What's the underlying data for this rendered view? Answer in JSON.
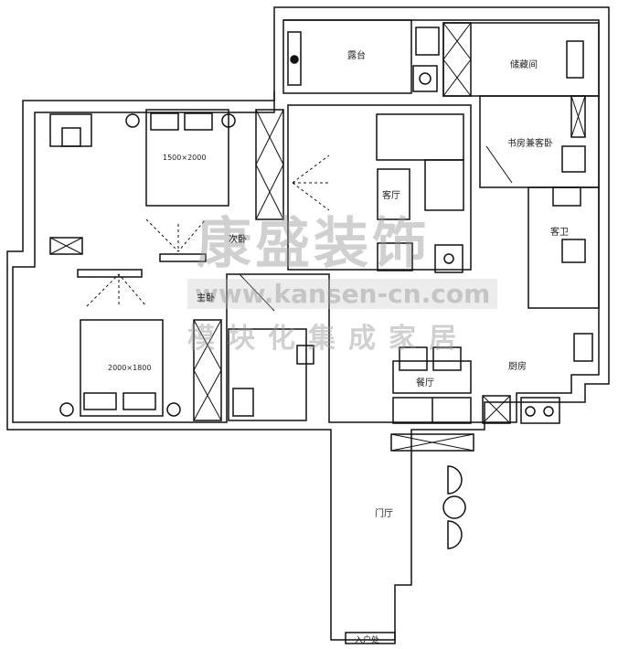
{
  "rooms": {
    "balcony": "露台",
    "storage": "储藏间",
    "study": "书房兼客卧",
    "living": "客厅",
    "second_bedroom": "次卧",
    "master_bedroom": "主卧",
    "guest_bath": "客卫",
    "dining": "餐厅",
    "kitchen": "厨房",
    "foyer": "门厅",
    "entrance": "入户处"
  },
  "beds": {
    "second": "1500×2000",
    "master": "2000×1800"
  },
  "watermark": {
    "brand": "康盛装饰",
    "url": "www.kansen-cn.com",
    "slogan": "模块化集成家居"
  }
}
